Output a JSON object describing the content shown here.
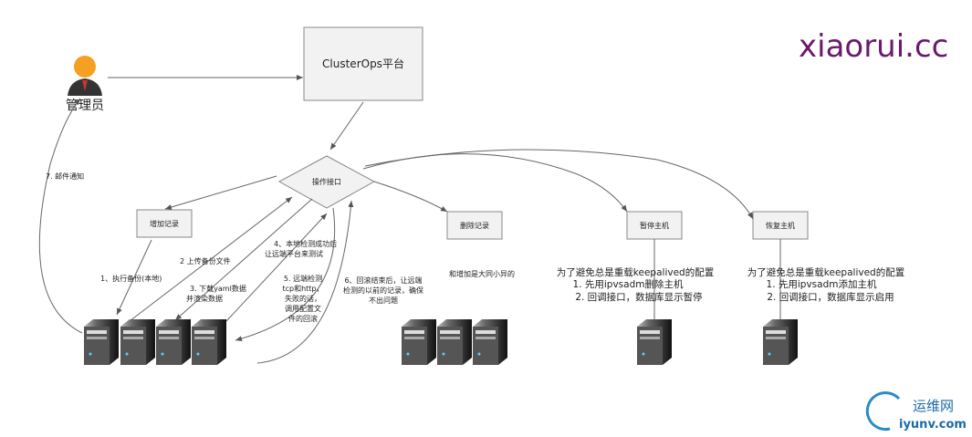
{
  "watermark": "xiaorui.cc",
  "admin": {
    "label": "管理员"
  },
  "platform": {
    "label": "ClusterOps平台"
  },
  "interface": {
    "label": "操作接口"
  },
  "boxes": {
    "add": "增加记录",
    "delete": "删除记录",
    "pause": "暂停主机",
    "resume": "恢复主机"
  },
  "steps": {
    "s1": "1、执行备份(本地)",
    "s2": "2 上传备份文件",
    "s3a": "3. 下载yaml数据",
    "s3b": "并渲染数据",
    "s4a": "4、本地检测成功后",
    "s4b": "让远端平台来测试",
    "s5": [
      "5. 远端检测",
      "tcp和http，",
      "失败的话，",
      "调用配置文",
      "件的回滚"
    ],
    "s6": [
      "6、回滚结束后，让远端",
      "检测的以前的记录，确保",
      "不出问题"
    ],
    "s7": "7. 邮件通知"
  },
  "delete_note": "和增加是大同小异的",
  "pause_note": [
    "为了避免总是重载keepalived的配置",
    "1.  先用ipvsadm删除主机",
    "2.  回调接口，数据库显示暂停"
  ],
  "resume_note": [
    "为了避免总是重载keepalived的配置",
    "1.  先用ipvsadm添加主机",
    "2.  回调接口，数据库显示启用"
  ],
  "logo": {
    "cn": "运维网",
    "en": "iyunv.com"
  },
  "colors": {
    "step1": "#2a9a6a",
    "step2": "#c8a050",
    "step3": "#2aa0b0",
    "step4": "#a02828",
    "step6": "#8a3030",
    "watermark": "#6b1a6b",
    "logo": "#1a6aa8"
  }
}
